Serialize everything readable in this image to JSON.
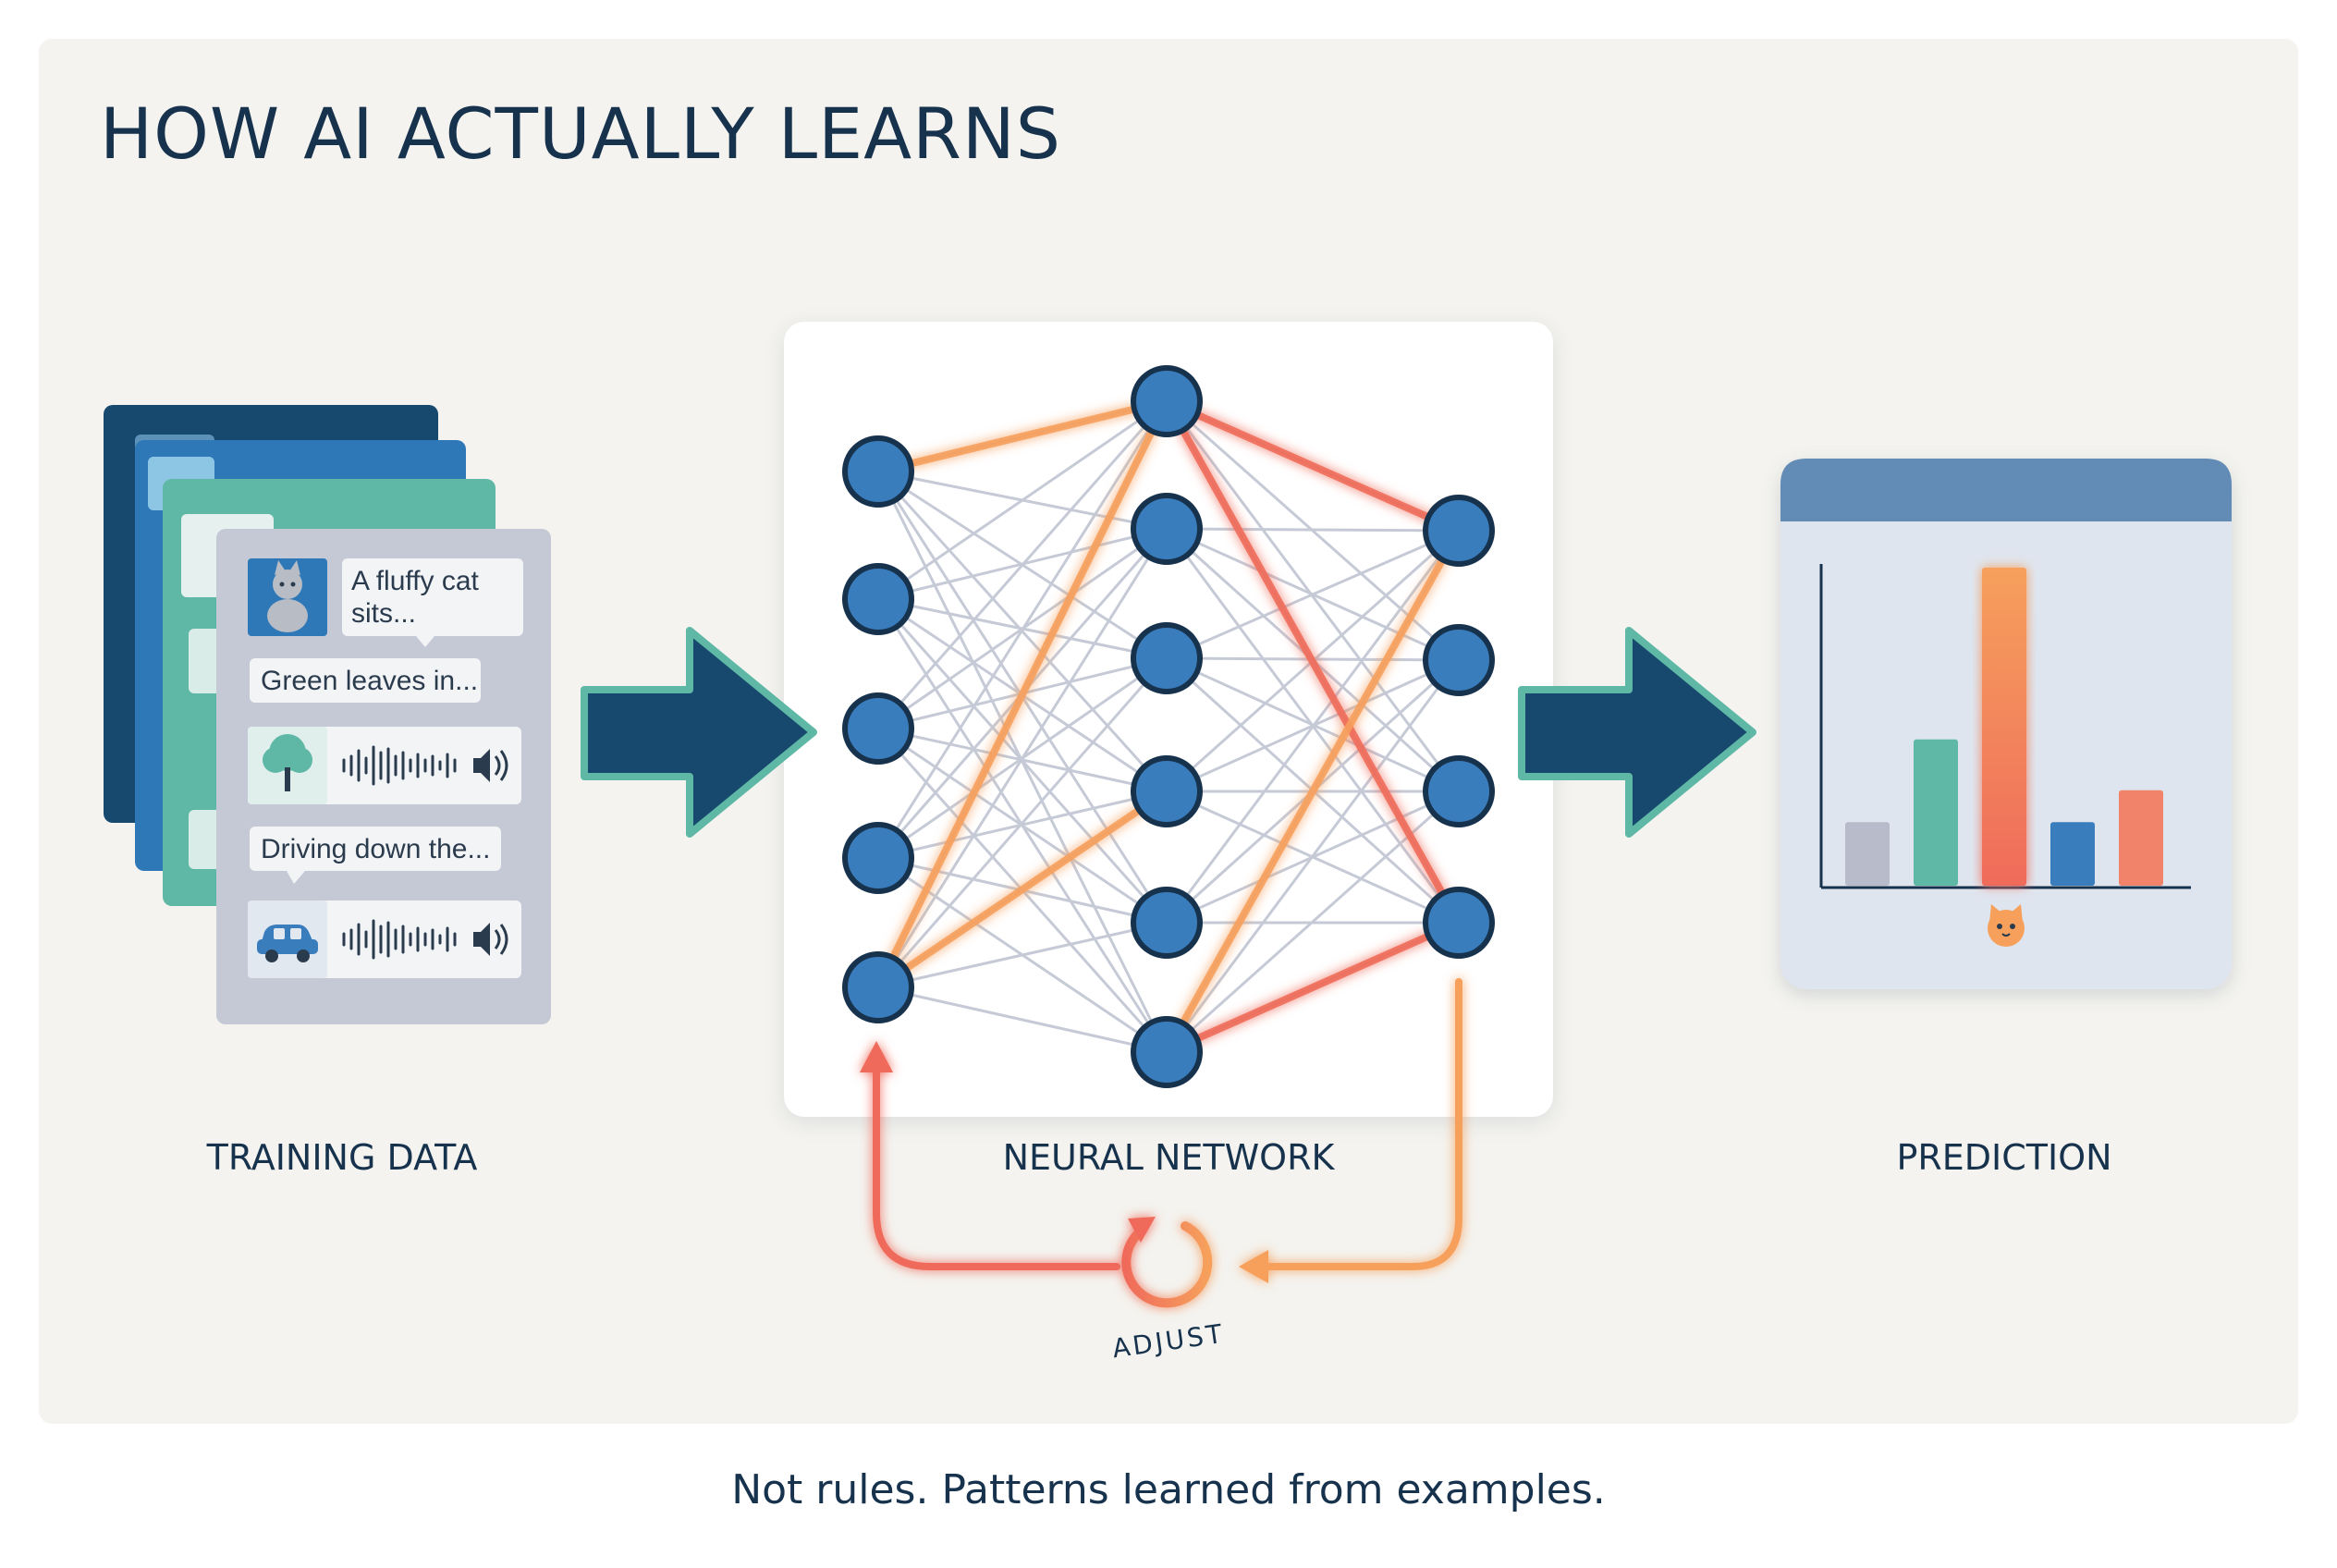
{
  "title": "HOW AI ACTUALLY LEARNS",
  "stages": {
    "training_data": "TRAINING DATA",
    "neural_network": "NEURAL NETWORK",
    "prediction": "PREDICTION"
  },
  "training_examples": {
    "text_1": "A fluffy cat sits...",
    "text_2": "Green leaves in...",
    "text_3": "Driving down the..."
  },
  "feedback_label": "ADJUST",
  "caption": "Not rules. Patterns learned from examples.",
  "prediction_chart": {
    "type": "bar",
    "values": [
      0.2,
      0.46,
      1.0,
      0.2,
      0.3
    ],
    "highlight_index": 2,
    "icon": "cat-icon"
  },
  "colors": {
    "navy": "#17486e",
    "teal": "#5fb8a5",
    "node": "#3a7dbd",
    "orange": "#f6a05c",
    "coral": "#ef6b5a",
    "gray_line": "#c5cad6"
  }
}
